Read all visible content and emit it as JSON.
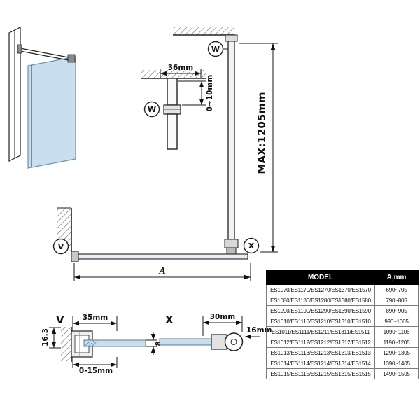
{
  "drawing": {
    "callouts": {
      "w": "W",
      "v": "V",
      "x": "X"
    },
    "detail_titles": {
      "v": "V",
      "x": "X"
    },
    "dims": {
      "ceiling_offset": "36mm",
      "ceiling_adjust": "0~10mm",
      "bar_max": "MAX:1205mm",
      "width": "A",
      "profile_width": "35mm",
      "profile_depth": "16.3",
      "glass_adjust": "0-15mm",
      "glass_thickness": "8",
      "clamp_length": "30mm",
      "clamp_height": "16mm"
    }
  },
  "colors": {
    "glass": "#c9dff0",
    "glass_plan": "#e8eef3",
    "line": "#1a1a1a",
    "header_bg": "#000000",
    "header_text": "#ffffff"
  },
  "table": {
    "headers": [
      "MODEL",
      "A,mm"
    ],
    "rows": [
      {
        "model": "ES1070/ES1170/ES1270/ES1370/ES1570",
        "a": "690~705"
      },
      {
        "model": "ES1080/ES1180/ES1280/ES1380/ES1580",
        "a": "790~805"
      },
      {
        "model": "ES1090/ES1190/ES1290/ES1390/ES1590",
        "a": "890~905"
      },
      {
        "model": "ES1010/ES1110/ES1210/ES1310/ES1510",
        "a": "990~1005"
      },
      {
        "model": "ES1011/ES1111/ES1211/ES1311/ES1511",
        "a": "1090~1105"
      },
      {
        "model": "ES1012/ES1112/ES1212/ES1312/ES1512",
        "a": "1190~1205"
      },
      {
        "model": "ES1013/ES1113/ES1213/ES1313/ES1513",
        "a": "1290~1305"
      },
      {
        "model": "ES1014/ES1114/ES1214/ES1314/ES1514",
        "a": "1390~1405"
      },
      {
        "model": "ES1015/ES1115/ES1215/ES1315/ES1515",
        "a": "1490~1505"
      }
    ]
  }
}
